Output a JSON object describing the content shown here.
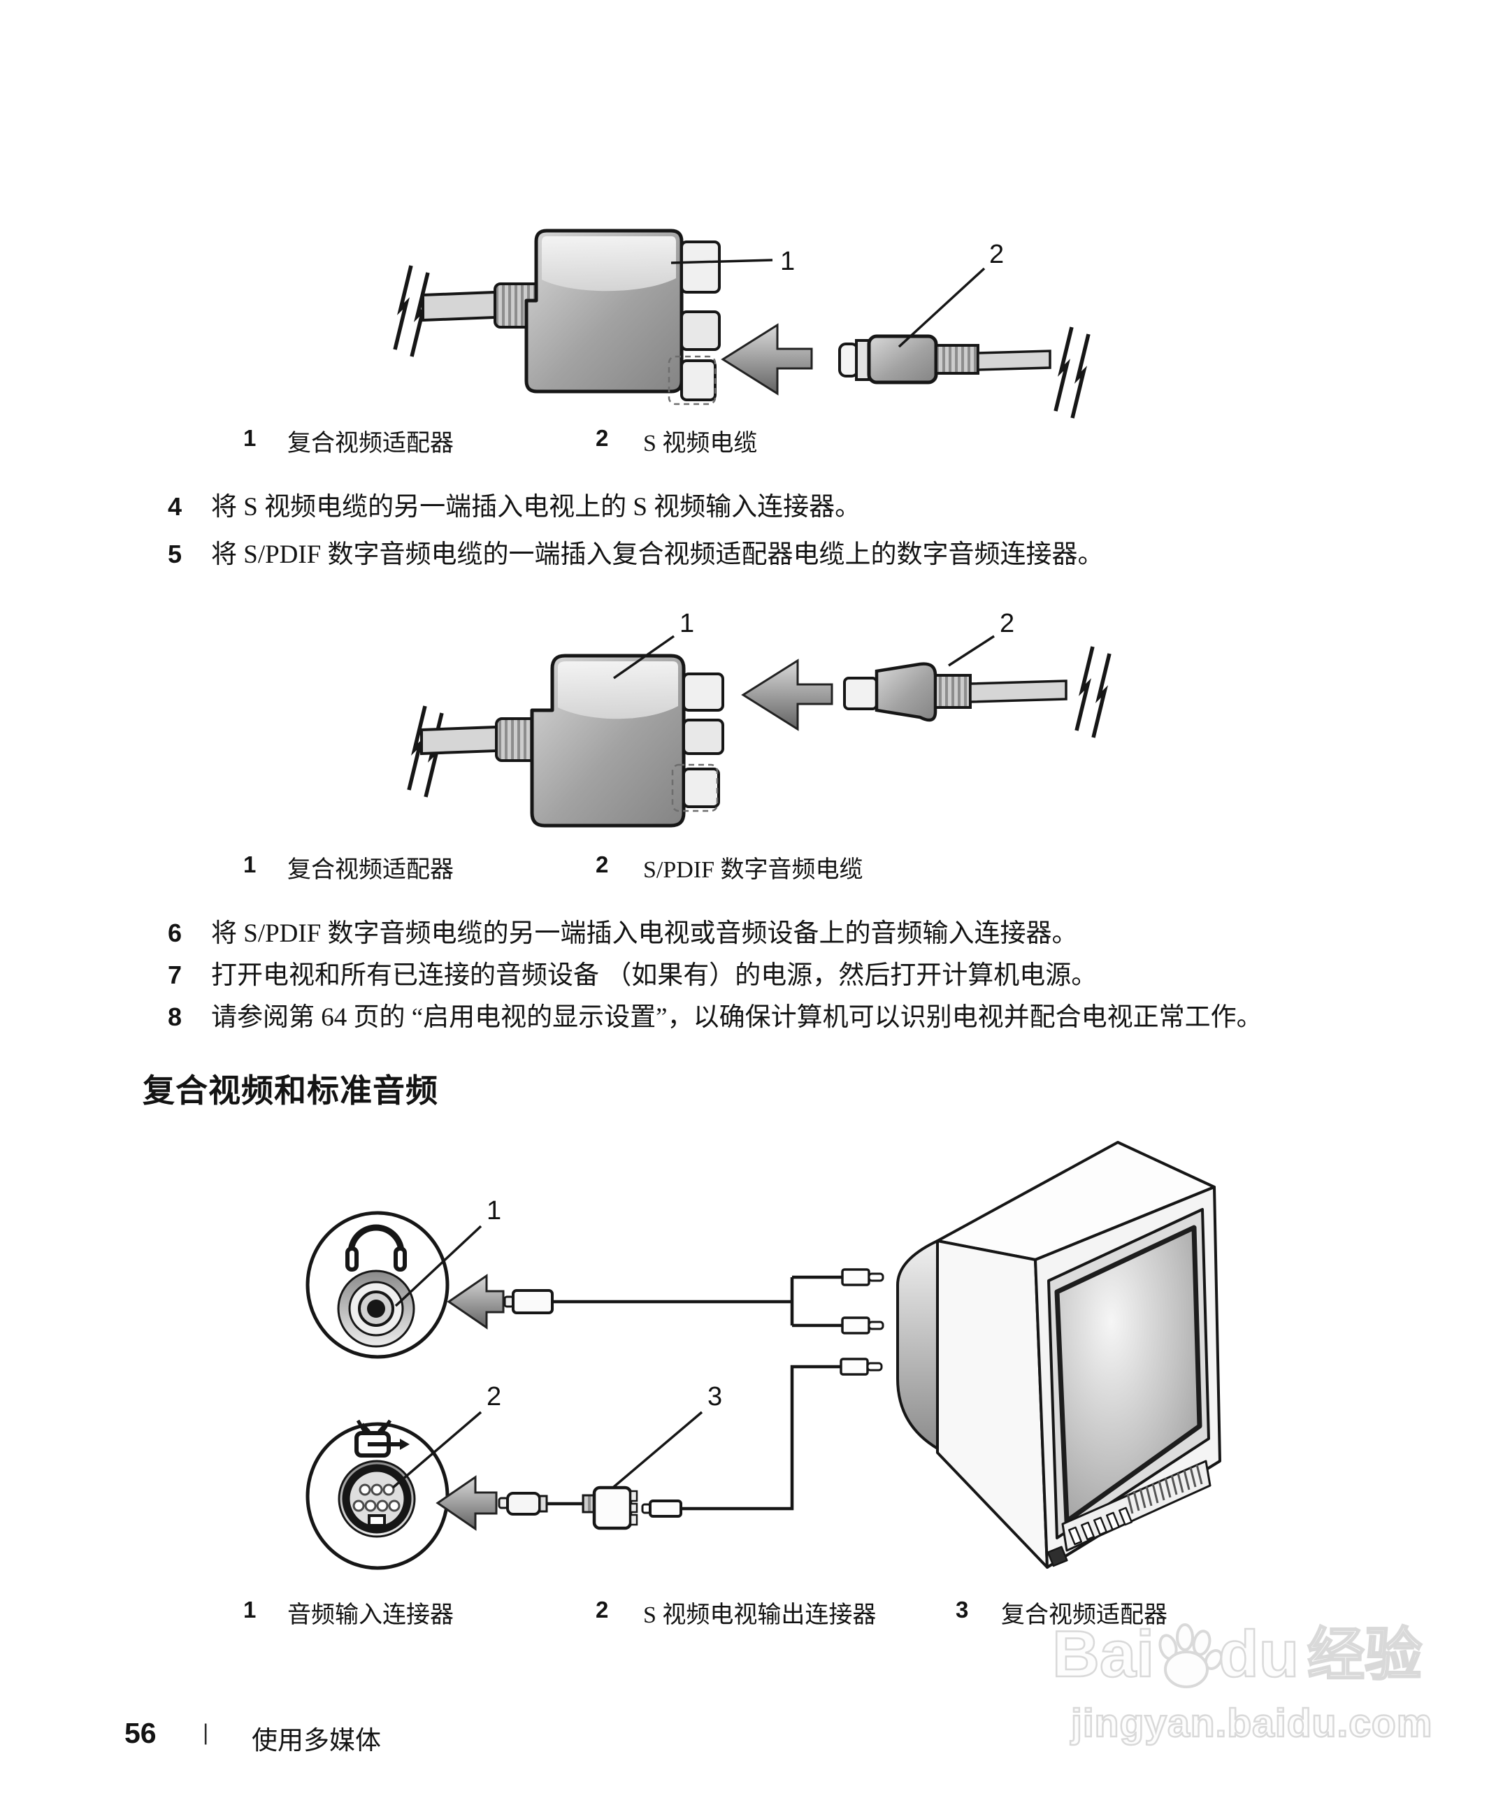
{
  "figure_svideo": {
    "callouts": [
      "1",
      "2"
    ],
    "legend": [
      {
        "num": "1",
        "label": "复合视频适配器"
      },
      {
        "num": "2",
        "label": "S 视频电缆"
      }
    ]
  },
  "figure_spdif": {
    "callouts": [
      "1",
      "2"
    ],
    "legend": [
      {
        "num": "1",
        "label": "复合视频适配器"
      },
      {
        "num": "2",
        "label": "S/PDIF 数字音频电缆"
      }
    ]
  },
  "steps": [
    {
      "num": "4",
      "text": "将 S 视频电缆的另一端插入电视上的 S 视频输入连接器。"
    },
    {
      "num": "5",
      "text": "将 S/PDIF 数字音频电缆的一端插入复合视频适配器电缆上的数字音频连接器。"
    },
    {
      "num": "6",
      "text": "将 S/PDIF 数字音频电缆的另一端插入电视或音频设备上的音频输入连接器。"
    },
    {
      "num": "7",
      "text": "打开电视和所有已连接的音频设备 （如果有）的电源，然后打开计算机电源。"
    },
    {
      "num": "8",
      "text": "请参阅第 64 页的 “启用电视的显示设置”，以确保计算机可以识别电视并配合电视正常工作。"
    }
  ],
  "section_heading": "复合视频和标准音频",
  "figure_composite": {
    "callouts": [
      "1",
      "2",
      "3"
    ],
    "legend": [
      {
        "num": "1",
        "label": "音频输入连接器"
      },
      {
        "num": "2",
        "label": "S 视频电视输出连接器"
      },
      {
        "num": "3",
        "label": "复合视频适配器"
      }
    ]
  },
  "footer": {
    "page_number": "56",
    "separator": "|",
    "section_title": "使用多媒体"
  },
  "watermark": {
    "logo_bai": "Bai",
    "logo_du": "du",
    "logo_cn": "经验",
    "url": "jingyan.baidu.com"
  }
}
